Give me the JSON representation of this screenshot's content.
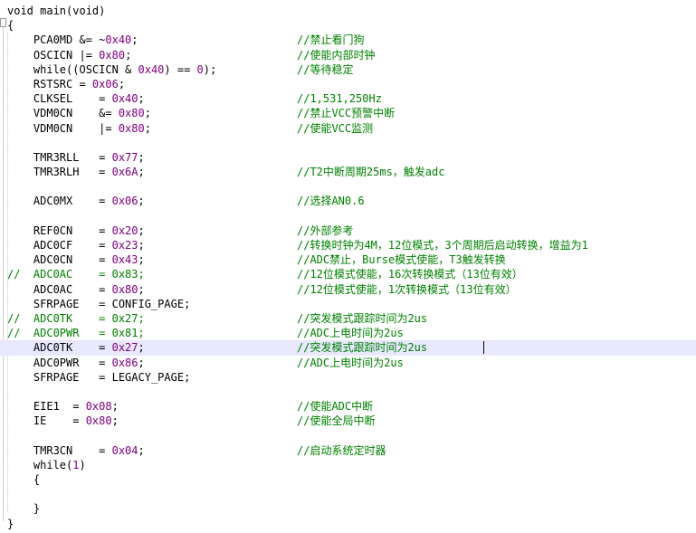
{
  "editor": {
    "lines": [
      {
        "code": "void main(void)",
        "comment": ""
      },
      {
        "code": "{",
        "comment": ""
      },
      {
        "code": "    PCA0MD &= ~0x40;",
        "comment": "//禁止看门狗"
      },
      {
        "code": "    OSCICN |= 0x80;",
        "comment": "//使能内部时钟"
      },
      {
        "code": "    while((OSCICN & 0x40) == 0);",
        "comment": "//等待稳定"
      },
      {
        "code": "    RSTSRC = 0x06;",
        "comment": ""
      },
      {
        "code": "    CLKSEL    = 0x40;",
        "comment": "//1,531,250Hz"
      },
      {
        "code": "    VDM0CN    &= 0x80;",
        "comment": "//禁止VCC预警中断"
      },
      {
        "code": "    VDM0CN    |= 0x80;",
        "comment": "//使能VCC监测"
      },
      {
        "code": "",
        "comment": ""
      },
      {
        "code": "    TMR3RLL   = 0x77;",
        "comment": ""
      },
      {
        "code": "    TMR3RLH   = 0x6A;",
        "comment": "//T2中断周期25ms，触发adc"
      },
      {
        "code": "",
        "comment": ""
      },
      {
        "code": "    ADC0MX    = 0x06;",
        "comment": "//选择AN0.6"
      },
      {
        "code": "",
        "comment": ""
      },
      {
        "code": "    REF0CN    = 0x20;",
        "comment": "//外部参考"
      },
      {
        "code": "    ADC0CF    = 0x23;",
        "comment": "//转换时钟为4M，12位模式，3个周期后启动转换，增益为1"
      },
      {
        "code": "    ADC0CN    = 0x43;",
        "comment": "//ADC禁止，Burse模式使能，T3触发转换"
      },
      {
        "code": "//  ADC0AC    = 0x83;",
        "comment": "//12位模式使能，16次转换模式（13位有效）",
        "commented": true
      },
      {
        "code": "    ADC0AC    = 0x80;",
        "comment": "//12位模式使能，1次转换模式（13位有效）"
      },
      {
        "code": "    SFRPAGE   = CONFIG_PAGE;",
        "comment": ""
      },
      {
        "code": "//  ADC0TK    = 0x27;",
        "comment": "//突发模式跟踪时间为2us",
        "commented": true
      },
      {
        "code": "//  ADC0PWR   = 0x81;",
        "comment": "//ADC上电时间为2us",
        "commented": true
      },
      {
        "code": "    ADC0TK    = 0x27;",
        "comment": "//突发模式跟踪时间为2us",
        "current": true
      },
      {
        "code": "    ADC0PWR   = 0x86;",
        "comment": "//ADC上电时间为2us"
      },
      {
        "code": "    SFRPAGE   = LEGACY_PAGE;",
        "comment": ""
      },
      {
        "code": "",
        "comment": ""
      },
      {
        "code": "    EIE1  = 0x08;",
        "comment": "//使能ADC中断"
      },
      {
        "code": "    IE    = 0x80;",
        "comment": "//使能全局中断"
      },
      {
        "code": "",
        "comment": ""
      },
      {
        "code": "    TMR3CN    = 0x04;",
        "comment": "//启动系统定时器"
      },
      {
        "code": "    while(1)",
        "comment": ""
      },
      {
        "code": "    {",
        "comment": ""
      },
      {
        "code": "",
        "comment": ""
      },
      {
        "code": "    }",
        "comment": ""
      },
      {
        "code": "}",
        "comment": ""
      }
    ]
  },
  "colors": {
    "comment": "#008000",
    "number": "#800080",
    "current_line": "#e8e8ff"
  }
}
